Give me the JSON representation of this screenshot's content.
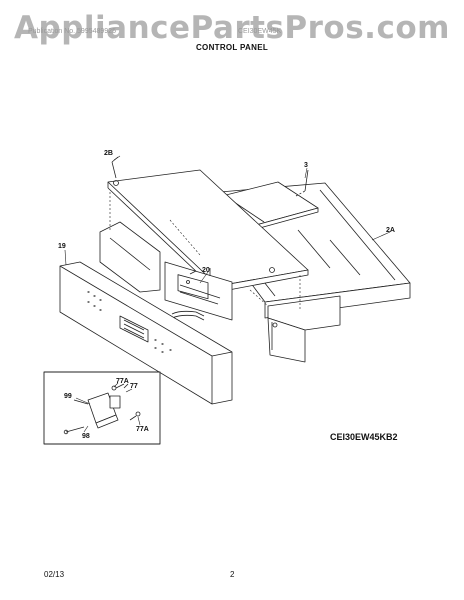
{
  "watermark": "AppliancePartsPros.com",
  "header": {
    "left_text": "Publication No. 5995489925",
    "right_text": "CEI30EW45K",
    "title": "CONTROL PANEL"
  },
  "callouts": {
    "p2b": "2B",
    "p3": "3",
    "p2a": "2A",
    "p19": "19",
    "p20": "20",
    "p99": "99",
    "p77a_top": "77A",
    "p77": "77",
    "p98": "98",
    "p77a_bottom": "77A"
  },
  "model_number": "CEI30EW45KB2",
  "footer": {
    "date": "02/13",
    "page": "2"
  },
  "colors": {
    "line": "#222222",
    "watermark": "#8c8c8c"
  }
}
